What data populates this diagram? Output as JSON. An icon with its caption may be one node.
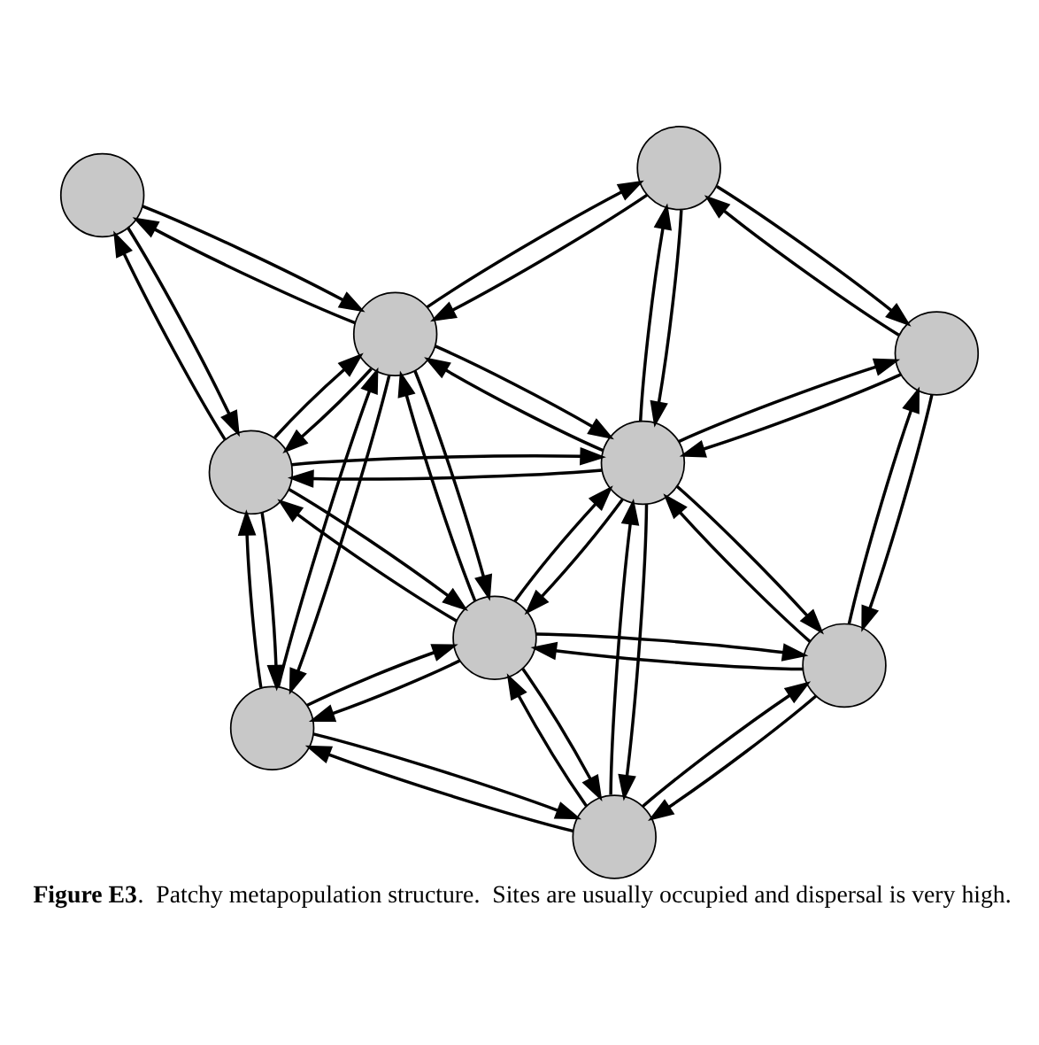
{
  "diagram": {
    "caption": "**Figure E3**.  Patchy metapopulation structure.  Sites are usually occupied and dispersal is very high.",
    "nodes": [
      {
        "text": [],
        "shape": "circle"
      },
      {
        "text": [],
        "shape": "circle"
      },
      {
        "text": [],
        "shape": "circle"
      },
      {
        "text": [],
        "shape": "circle"
      },
      {
        "text": [],
        "shape": "circle"
      },
      {
        "text": [],
        "shape": "circle"
      },
      {
        "text": [],
        "shape": "circle"
      },
      {
        "text": [],
        "shape": "circle"
      },
      {
        "text": [],
        "shape": "circle"
      },
      {
        "text": [],
        "shape": "circle"
      }
    ],
    "edges": [
      {
        "from": 0,
        "to": 2,
        "arrow": "to"
      },
      {
        "from": 2,
        "to": 0,
        "arrow": "to"
      },
      {
        "from": 0,
        "to": 3,
        "arrow": "to"
      },
      {
        "from": 3,
        "to": 0,
        "arrow": "to"
      },
      {
        "from": 1,
        "to": 2,
        "arrow": "to"
      },
      {
        "from": 2,
        "to": 1,
        "arrow": "to"
      },
      {
        "from": 2,
        "to": 5,
        "arrow": "to"
      },
      {
        "from": 5,
        "to": 2,
        "arrow": "to"
      },
      {
        "from": 2,
        "to": 3,
        "arrow": "to"
      },
      {
        "from": 3,
        "to": 2,
        "arrow": "to"
      },
      {
        "from": 2,
        "to": 7,
        "arrow": "to"
      },
      {
        "from": 7,
        "to": 2,
        "arrow": "to"
      },
      {
        "from": 2,
        "to": 8,
        "arrow": "to"
      },
      {
        "from": 8,
        "to": 2,
        "arrow": "to"
      },
      {
        "from": 1,
        "to": 4,
        "arrow": "to"
      },
      {
        "from": 4,
        "to": 1,
        "arrow": "to"
      },
      {
        "from": 1,
        "to": 5,
        "arrow": "to"
      },
      {
        "from": 5,
        "to": 1,
        "arrow": "to"
      },
      {
        "from": 4,
        "to": 5,
        "arrow": "to"
      },
      {
        "from": 5,
        "to": 4,
        "arrow": "to"
      },
      {
        "from": 4,
        "to": 6,
        "arrow": "to"
      },
      {
        "from": 6,
        "to": 4,
        "arrow": "to"
      },
      {
        "from": 5,
        "to": 3,
        "arrow": "to"
      },
      {
        "from": 3,
        "to": 5,
        "arrow": "to"
      },
      {
        "from": 5,
        "to": 6,
        "arrow": "to"
      },
      {
        "from": 6,
        "to": 5,
        "arrow": "to"
      },
      {
        "from": 5,
        "to": 7,
        "arrow": "to"
      },
      {
        "from": 7,
        "to": 5,
        "arrow": "to"
      },
      {
        "from": 5,
        "to": 9,
        "arrow": "to"
      },
      {
        "from": 9,
        "to": 5,
        "arrow": "to"
      },
      {
        "from": 3,
        "to": 7,
        "arrow": "to"
      },
      {
        "from": 7,
        "to": 3,
        "arrow": "to"
      },
      {
        "from": 3,
        "to": 8,
        "arrow": "to"
      },
      {
        "from": 8,
        "to": 3,
        "arrow": "to"
      },
      {
        "from": 6,
        "to": 7,
        "arrow": "to"
      },
      {
        "from": 7,
        "to": 6,
        "arrow": "to"
      },
      {
        "from": 6,
        "to": 9,
        "arrow": "to"
      },
      {
        "from": 9,
        "to": 6,
        "arrow": "to"
      },
      {
        "from": 7,
        "to": 8,
        "arrow": "to"
      },
      {
        "from": 8,
        "to": 7,
        "arrow": "to"
      },
      {
        "from": 7,
        "to": 9,
        "arrow": "to"
      },
      {
        "from": 9,
        "to": 7,
        "arrow": "to"
      },
      {
        "from": 8,
        "to": 9,
        "arrow": "to"
      },
      {
        "from": 9,
        "to": 8,
        "arrow": "to"
      }
    ]
  }
}
